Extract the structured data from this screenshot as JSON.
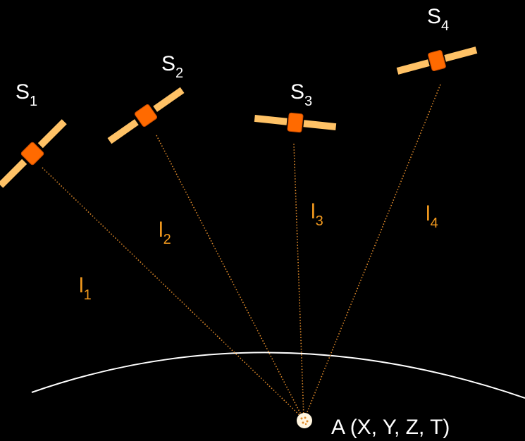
{
  "satellites": [
    {
      "letter": "S",
      "index": "1"
    },
    {
      "letter": "S",
      "index": "2"
    },
    {
      "letter": "S",
      "index": "3"
    },
    {
      "letter": "S",
      "index": "4"
    }
  ],
  "distances": [
    {
      "letter": "l",
      "index": "1"
    },
    {
      "letter": "l",
      "index": "2"
    },
    {
      "letter": "l",
      "index": "3"
    },
    {
      "letter": "l",
      "index": "4"
    }
  ],
  "receiver": {
    "label": "A (X, Y, Z, T)"
  },
  "colors": {
    "background": "#000000",
    "satellite_panel": "#ffc266",
    "satellite_body": "#ff6a00",
    "range_line": "#e08a2a",
    "label_text": "#ffffff",
    "distance_text": "#f39a1e"
  }
}
